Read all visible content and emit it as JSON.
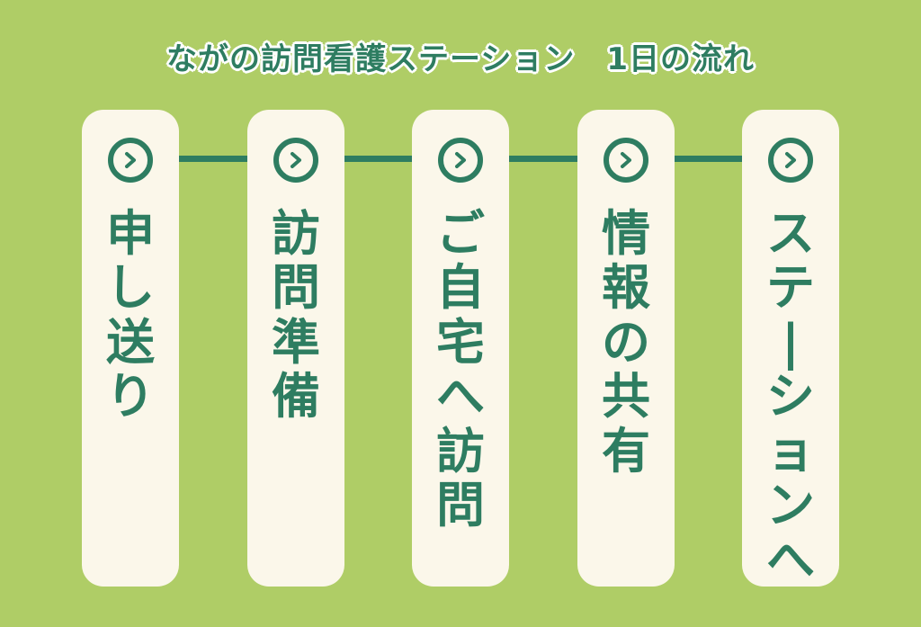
{
  "title": "ながの訪問看護ステーション　1日の流れ",
  "steps": [
    {
      "label": "申\nし\n送\nり"
    },
    {
      "label": "訪\n問\n準\n備"
    },
    {
      "label": "ご\n自\n宅\nへ\n訪\n問"
    },
    {
      "label": "情\n報\nの\n共\n有"
    },
    {
      "label": "ス\nテ\n|\nシ\nョ\nン\nへ"
    }
  ],
  "colors": {
    "background": "#afcd66",
    "accent": "#2e7d61",
    "card": "#fbf7ea"
  },
  "icons": {
    "step": "chevron-right-icon"
  }
}
